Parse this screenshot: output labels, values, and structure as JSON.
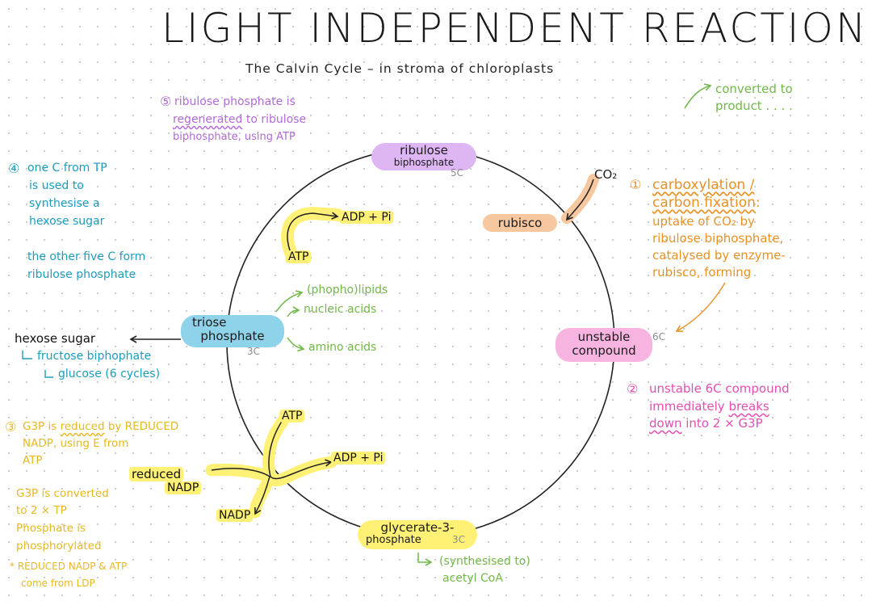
{
  "title": "LIGHT INDEPENDENT REACTION",
  "subtitle": "The Calvin Cycle – in stroma of chloroplasts",
  "colors": {
    "purple": "#b36ad6",
    "purple_fill": "#ddb6f3",
    "blue": "#1d9cbd",
    "blue_fill": "#8fd3ea",
    "orange": "#e89226",
    "orange_fill": "#f7c7a0",
    "pink": "#e24fb2",
    "pink_fill": "#f8b4e0",
    "green": "#72b84a",
    "yellow": "#fff176",
    "yellow_text": "#e6b821"
  },
  "molecules": {
    "rubp": {
      "line1": "ribulose",
      "line2": "biphosphate",
      "carbons": "5C"
    },
    "unstable": {
      "line1": "unstable",
      "line2": "compound",
      "carbons": "6C"
    },
    "g3p": {
      "line1": "glycerate-3-",
      "line2": "phosphate",
      "carbons": "3C"
    },
    "tp": {
      "line1": "triose",
      "line2": "phosphate",
      "carbons": "3C"
    }
  },
  "enzyme": {
    "rubisco": "rubisco",
    "co2": "CO₂"
  },
  "step1": {
    "number": "①",
    "heading1": "carboxylation /",
    "heading2": "carbon fixation",
    "colon": ":",
    "body": [
      "uptake of CO₂ by",
      "ribulose biphosphate,",
      "catalysed by enzyme-",
      "rubisco, forming"
    ]
  },
  "step2": {
    "number": "②",
    "line1": "unstable 6C compound",
    "line2_pre": "immediately ",
    "line2_u": "breaks",
    "line3_u": "down",
    "line3_post": " into  2 × G3P"
  },
  "step3": {
    "number": "③",
    "line1_pre": "G3P is ",
    "line1_u": "reduced",
    "line1_post": " by REDUCED",
    "line2": "NADP, using E from",
    "line3": "ATP",
    "note": [
      "G3P is converted",
      "to 2 × TP",
      "Phosphate is",
      "phosphorylated"
    ],
    "footnote": [
      "* REDUCED NADP & ATP",
      "come from LDP"
    ]
  },
  "step4": {
    "number": "④",
    "lines": [
      "one C from TP",
      "is used to",
      "synthesise a",
      "hexose sugar"
    ],
    "extra": [
      "the other five C form",
      "ribulose phosphate"
    ]
  },
  "step5": {
    "number": "⑤",
    "line1": "ribulose phosphate is",
    "line2_u": "regenerated",
    "line2_post": " to ribulose",
    "line3": "biphosphate, using ATP"
  },
  "converted": [
    "converted to",
    "product . . . ."
  ],
  "hexose": {
    "label": "hexose sugar",
    "line2": "fructose biphophate",
    "line3": "glucose (6 cycles)"
  },
  "tp_products": [
    "(phopho)lipids",
    "nucleic acids",
    "amino acids"
  ],
  "g3p_product": [
    "(synthesised to)",
    "acetyl CoA"
  ],
  "upper_energy": {
    "atp": "ATP",
    "adp": "ADP + Pi"
  },
  "lower_energy": {
    "atp": "ATP",
    "adp": "ADP + Pi",
    "reduced1": "reduced",
    "reduced2": "NADP",
    "nadp": "NADP"
  }
}
